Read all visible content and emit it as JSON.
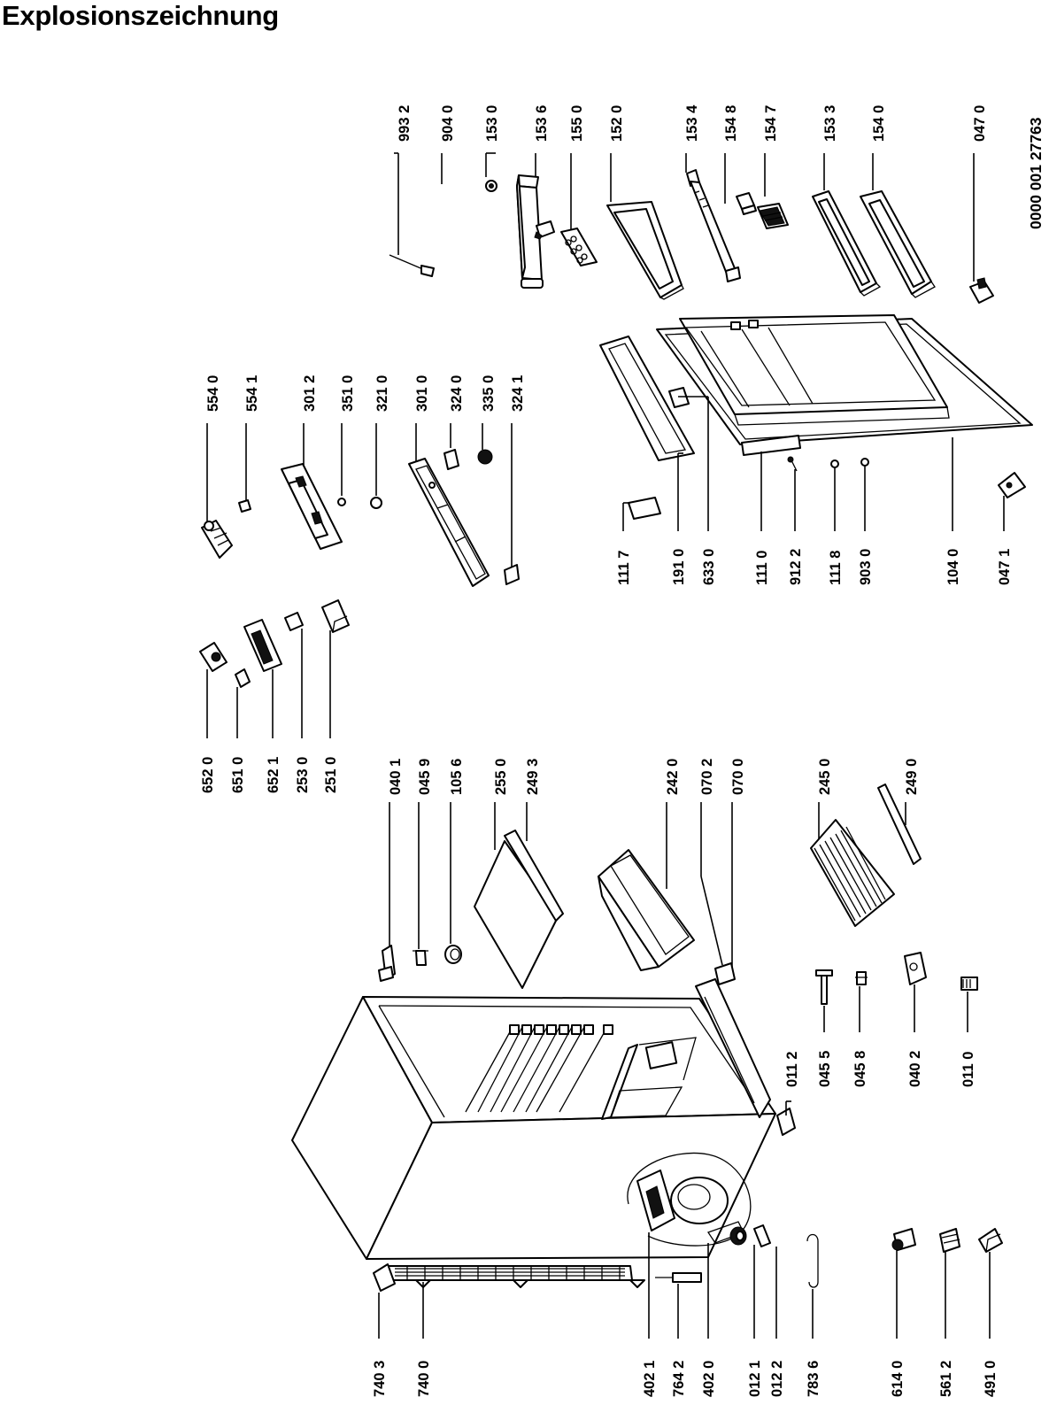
{
  "title": "Explosionszeichnung",
  "document_number": "0000 001 27763",
  "part_labels": {
    "p9932": "993 2",
    "p9040": "904 0",
    "p1530": "153 0",
    "p1536": "153 6",
    "p1550": "155 0",
    "p1520": "152 0",
    "p1534": "153 4",
    "p1548": "154 8",
    "p1547": "154 7",
    "p1533": "153 3",
    "p1540": "154 0",
    "p0470": "047 0",
    "p5540": "554 0",
    "p5541": "554 1",
    "p3012": "301 2",
    "p3510": "351 0",
    "p3210": "321 0",
    "p3010": "301 0",
    "p3240": "324 0",
    "p3350": "335 0",
    "p3241": "324 1",
    "p1117": "111 7",
    "p1910": "191 0",
    "p6330": "633 0",
    "p1110": "111 0",
    "p9122": "912 2",
    "p1118": "111 8",
    "p9030": "903 0",
    "p1040": "104 0",
    "p0471": "047 1",
    "p6520": "652 0",
    "p6510": "651 0",
    "p6521": "652 1",
    "p2530": "253 0",
    "p2510": "251 0",
    "p0401": "040 1",
    "p0459": "045 9",
    "p1056": "105 6",
    "p2550": "255 0",
    "p2493": "249 3",
    "p2420": "242 0",
    "p0702": "070 2",
    "p0700": "070 0",
    "p2450": "245 0",
    "p2490": "249 0",
    "p0112": "011 2",
    "p0455": "045 5",
    "p0458": "045 8",
    "p0402": "040 2",
    "p0110": "011 0",
    "p7403": "740 3",
    "p7400": "740 0",
    "p4021": "402 1",
    "p7642": "764 2",
    "p4020": "402 0",
    "p0121": "012 1",
    "p0122": "012 2",
    "p7836": "783 6",
    "p6140": "614 0",
    "p5612": "561 2",
    "p4910": "491 0"
  }
}
